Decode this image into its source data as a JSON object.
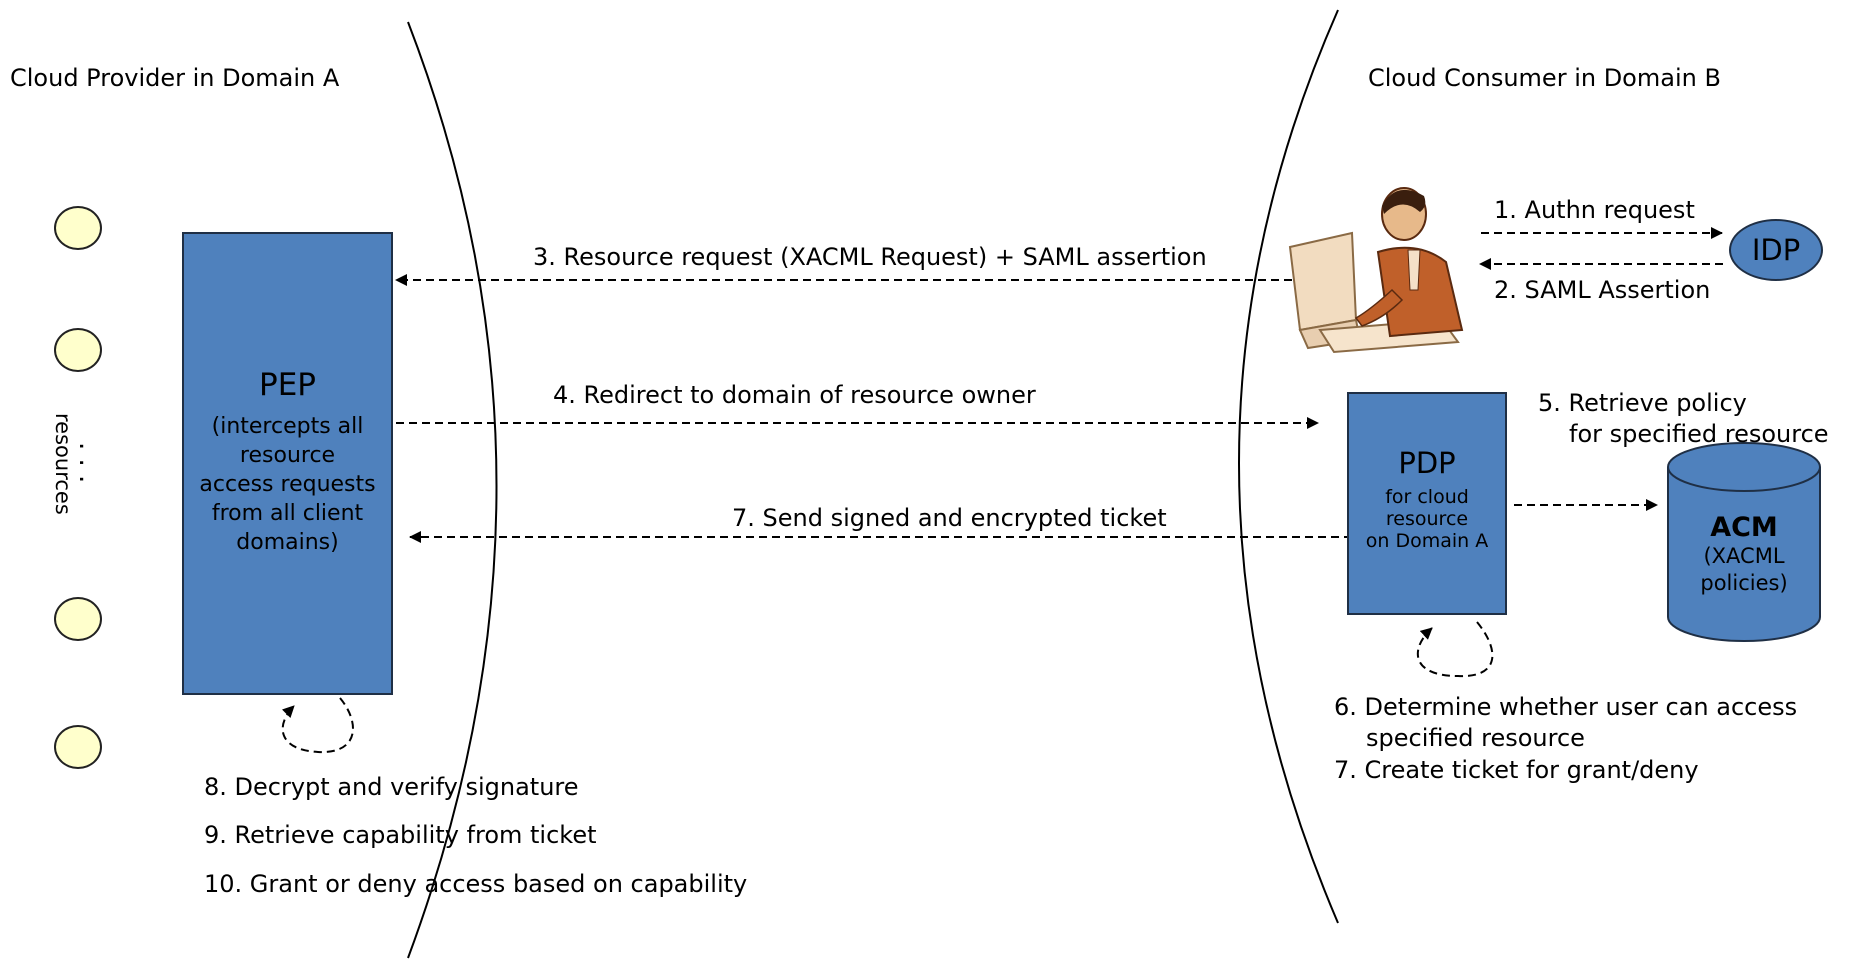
{
  "domains": {
    "provider": "Cloud Provider in Domain A",
    "consumer": "Cloud Consumer in Domain B"
  },
  "resources": {
    "label": "resources",
    "dots": ". . ."
  },
  "pep": {
    "title": "PEP",
    "lines": [
      "(intercepts all",
      "resource",
      "access requests",
      "from all client",
      "domains)"
    ]
  },
  "pdp": {
    "title": "PDP",
    "lines": [
      "for cloud",
      "resource",
      "on Domain A"
    ]
  },
  "idp": {
    "title": "IDP"
  },
  "acm": {
    "title": "ACM",
    "lines": [
      "(XACML",
      "policies)"
    ]
  },
  "steps": {
    "s1": "1. Authn request",
    "s2": "2. SAML Assertion",
    "s3": "3. Resource request (XACML Request) + SAML assertion",
    "s4": "4. Redirect to domain of resource owner",
    "s5a": "5. Retrieve policy",
    "s5b": "for specified resource",
    "s6a": "6. Determine whether user can access",
    "s6b": "specified resource",
    "s7a": "7. Create ticket for grant/deny",
    "s7": "7. Send signed and encrypted ticket",
    "s8": "8. Decrypt and verify signature",
    "s9": "9. Retrieve capability from ticket",
    "s10": "10. Grant or deny access based on capability"
  },
  "icons": {
    "user": "user-at-computer-icon"
  },
  "colors": {
    "box_fill": "#4f81bd",
    "resource_fill": "#ffffcc"
  }
}
